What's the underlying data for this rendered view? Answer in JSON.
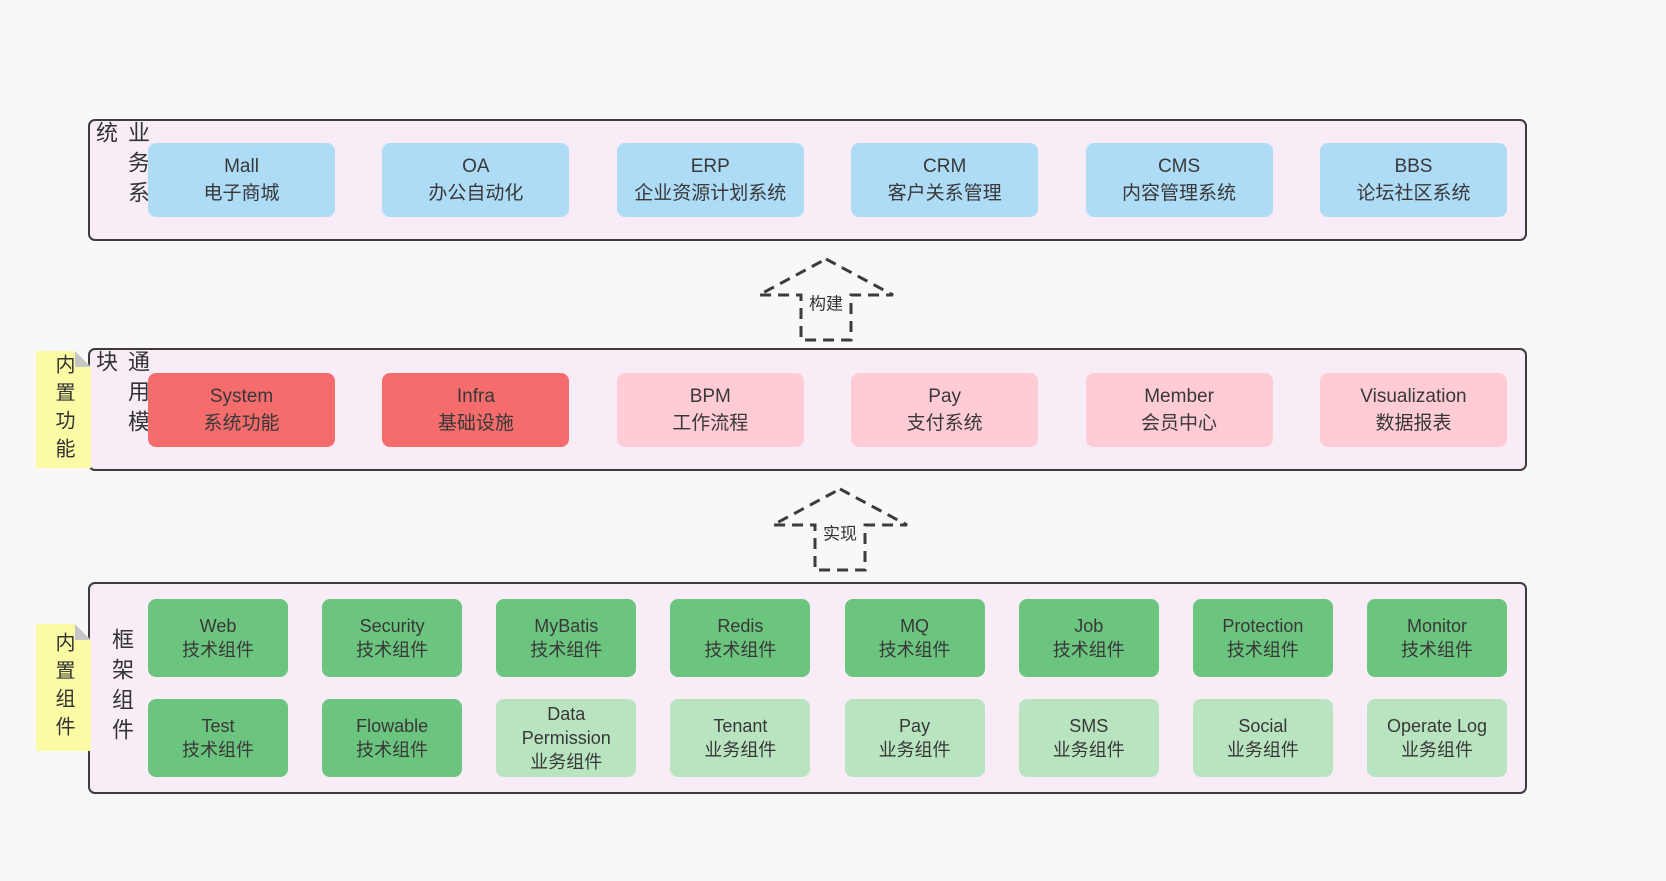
{
  "layers": [
    {
      "label": "业务系统",
      "items": [
        {
          "title": "Mall",
          "subtitle": "电子商城"
        },
        {
          "title": "OA",
          "subtitle": "办公自动化"
        },
        {
          "title": "ERP",
          "subtitle": "企业资源计划系统"
        },
        {
          "title": "CRM",
          "subtitle": "客户关系管理"
        },
        {
          "title": "CMS",
          "subtitle": "内容管理系统"
        },
        {
          "title": "BBS",
          "subtitle": "论坛社区系统"
        }
      ]
    },
    {
      "label": "通用模块",
      "note": "内置功能",
      "items": [
        {
          "title": "System",
          "subtitle": "系统功能"
        },
        {
          "title": "Infra",
          "subtitle": "基础设施"
        },
        {
          "title": "BPM",
          "subtitle": "工作流程"
        },
        {
          "title": "Pay",
          "subtitle": "支付系统"
        },
        {
          "title": "Member",
          "subtitle": "会员中心"
        },
        {
          "title": "Visualization",
          "subtitle": "数据报表"
        }
      ]
    },
    {
      "label": "框架组件",
      "note": "内置组件",
      "rows": [
        [
          {
            "title": "Web",
            "subtitle": "技术组件"
          },
          {
            "title": "Security",
            "subtitle": "技术组件"
          },
          {
            "title": "MyBatis",
            "subtitle": "技术组件"
          },
          {
            "title": "Redis",
            "subtitle": "技术组件"
          },
          {
            "title": "MQ",
            "subtitle": "技术组件"
          },
          {
            "title": "Job",
            "subtitle": "技术组件"
          },
          {
            "title": "Protection",
            "subtitle": "技术组件"
          },
          {
            "title": "Monitor",
            "subtitle": "技术组件"
          }
        ],
        [
          {
            "title": "Test",
            "subtitle": "技术组件"
          },
          {
            "title": "Flowable",
            "subtitle": "技术组件"
          },
          {
            "title": "Data Permission",
            "subtitle": "业务组件"
          },
          {
            "title": "Tenant",
            "subtitle": "业务组件"
          },
          {
            "title": "Pay",
            "subtitle": "业务组件"
          },
          {
            "title": "SMS",
            "subtitle": "业务组件"
          },
          {
            "title": "Social",
            "subtitle": "业务组件"
          },
          {
            "title": "Operate Log",
            "subtitle": "业务组件"
          }
        ]
      ]
    }
  ],
  "arrows": [
    {
      "label": "构建"
    },
    {
      "label": "实现"
    }
  ],
  "colors": {
    "blue": "#aedcf7",
    "red": "#f56c6c",
    "pink": "#ffccd5",
    "green": "#6cc57f",
    "light_green": "#b9e4c0",
    "container_bg": "#f8edf7",
    "note_yellow": "#fbfba6",
    "border": "#3c3c3c",
    "page_bg": "#f8f8f8"
  }
}
